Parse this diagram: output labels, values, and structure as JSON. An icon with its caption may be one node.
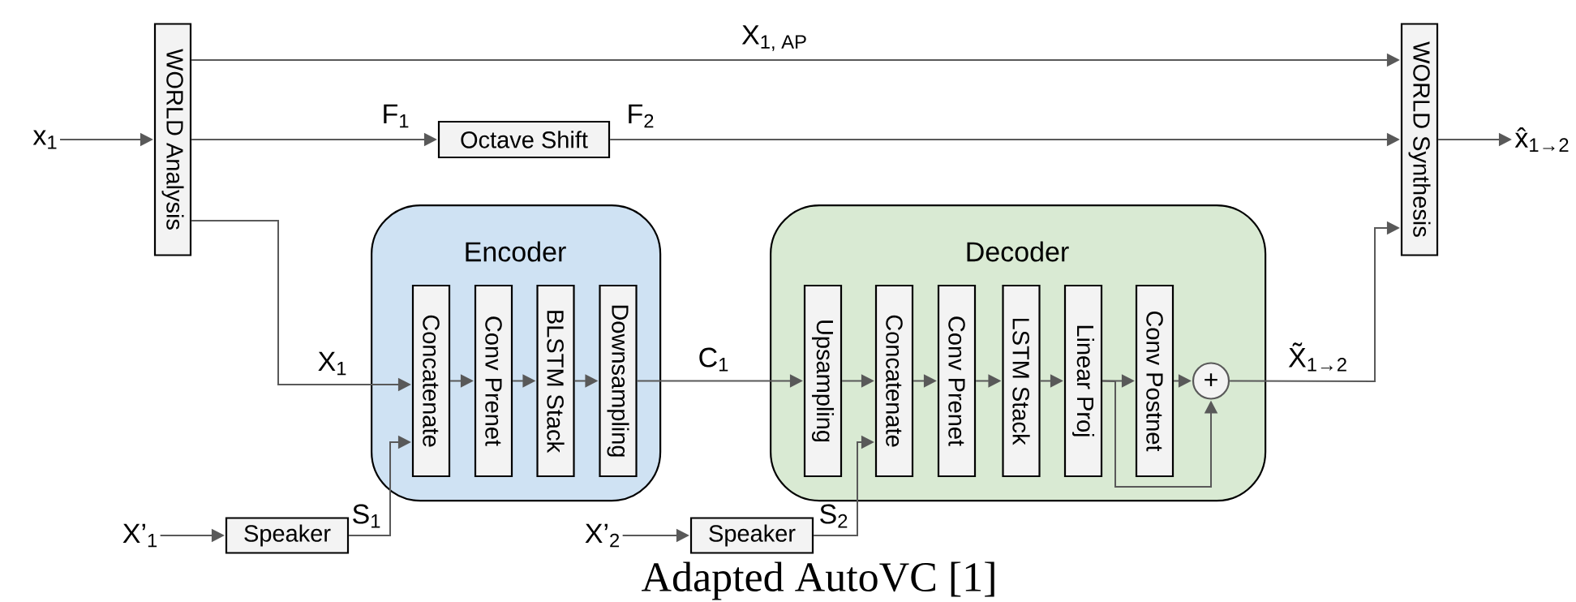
{
  "diagram": {
    "caption": "Adapted AutoVC [1]",
    "nodes": [
      {
        "text": [
          "x$_{1}$"
        ]
      },
      {
        "text": [
          "WORLD Analysis"
        ]
      },
      {
        "text": [
          "Octave Shift"
        ]
      },
      {
        "text": [
          "Encoder"
        ]
      },
      {
        "text": [
          "Concatenate"
        ],
        "in": 3
      },
      {
        "text": [
          "Conv Prenet"
        ],
        "in": 3
      },
      {
        "text": [
          "BLSTM Stack"
        ],
        "in": 3
      },
      {
        "text": [
          "Downsampling"
        ],
        "in": 3
      },
      {
        "text": [
          "Decoder"
        ]
      },
      {
        "text": [
          "Upsampling"
        ],
        "in": 8
      },
      {
        "text": [
          "Concatenate"
        ],
        "in": 8
      },
      {
        "text": [
          "Conv Prenet"
        ],
        "in": 8
      },
      {
        "text": [
          "LSTM Stack"
        ],
        "in": 8
      },
      {
        "text": [
          "Linear Proj"
        ],
        "in": 8
      },
      {
        "text": [
          "Conv Postnet"
        ],
        "in": 8
      },
      {
        "text": [
          "+"
        ],
        "in": 8
      },
      {
        "text": [
          "WORLD Synthesis"
        ]
      },
      {
        "text": [
          "x̂$_{1→2}$"
        ]
      },
      {
        "text": [
          "X’$_{1}$"
        ]
      },
      {
        "text": [
          "Speaker"
        ]
      },
      {
        "text": [
          "X’$_{2}$"
        ]
      },
      {
        "text": [
          "Speaker"
        ]
      }
    ],
    "edges": [
      {
        "from": 0,
        "to": 1,
        "arrow": "to"
      },
      {
        "from": 1,
        "to": 16,
        "arrow": "to",
        "label": "X$_{1, AP}$"
      },
      {
        "from": 1,
        "to": 2,
        "arrow": "to",
        "label": "F$_{1}$"
      },
      {
        "from": 2,
        "to": 16,
        "arrow": "to",
        "label": "F$_{2}$"
      },
      {
        "from": 1,
        "to": 4,
        "arrow": "to",
        "label": "X$_{1}$"
      },
      {
        "from": 4,
        "to": 5,
        "arrow": "to"
      },
      {
        "from": 5,
        "to": 6,
        "arrow": "to"
      },
      {
        "from": 6,
        "to": 7,
        "arrow": "to"
      },
      {
        "from": 7,
        "to": 9,
        "arrow": "to",
        "label": "C$_{1}$"
      },
      {
        "from": 9,
        "to": 10,
        "arrow": "to"
      },
      {
        "from": 10,
        "to": 11,
        "arrow": "to"
      },
      {
        "from": 11,
        "to": 12,
        "arrow": "to"
      },
      {
        "from": 12,
        "to": 13,
        "arrow": "to"
      },
      {
        "from": 13,
        "to": 14,
        "arrow": "to"
      },
      {
        "from": 14,
        "to": 15,
        "arrow": "to"
      },
      {
        "from": 13,
        "to": 15,
        "arrow": "to"
      },
      {
        "from": 15,
        "to": 16,
        "arrow": "to",
        "label": "X̃$_{1→2}$"
      },
      {
        "from": 16,
        "to": 17,
        "arrow": "to"
      },
      {
        "from": 18,
        "to": 19,
        "arrow": "to"
      },
      {
        "from": 19,
        "to": 4,
        "arrow": "to",
        "label": "S$_{1}$"
      },
      {
        "from": 20,
        "to": 21,
        "arrow": "to"
      },
      {
        "from": 21,
        "to": 10,
        "arrow": "to",
        "label": "S$_{2}$"
      }
    ]
  }
}
